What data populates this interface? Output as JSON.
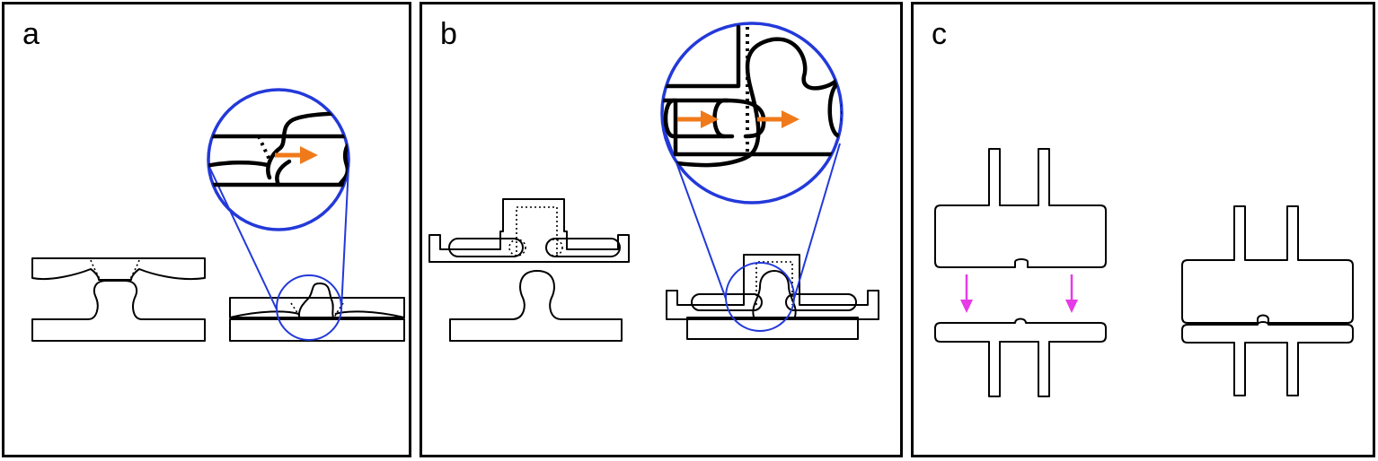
{
  "panels": [
    {
      "label": "a"
    },
    {
      "label": "b"
    },
    {
      "label": "c"
    }
  ],
  "colors": {
    "outline": "#000000",
    "magnifier": "#2339d9",
    "arrow_orange": "#f07a1a",
    "arrow_magenta": "#e63be6"
  }
}
